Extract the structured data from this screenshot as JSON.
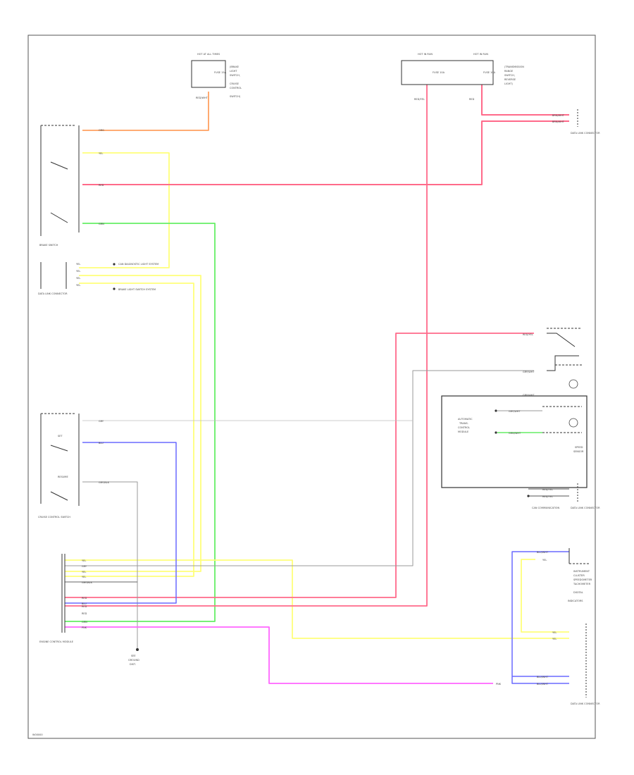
{
  "diagram": {
    "frame_code": "W00000",
    "colors": {
      "red": "#ff6a8a",
      "yellow": "#ffff7a",
      "green": "#66ee66",
      "blue": "#6a6aff",
      "orange": "#ffa060",
      "gray": "#9a9a9a",
      "magenta": "#ff66ff",
      "outline": "#333333"
    },
    "fuse_left": {
      "header": "HOT AT ALL TIMES",
      "fuse": "FUSE 15A",
      "notes": [
        "(BRAKE",
        "LIGHT",
        "SWITCH,",
        "CRUISE",
        "CONTROL",
        "SWITCH)"
      ],
      "wire": "RED/WHT"
    },
    "fuse_mid": {
      "header": "HOT IN RUN",
      "fuse": "FUSE 10A",
      "wire": "RED/YEL"
    },
    "fuse_right": {
      "header": "HOT IN RUN",
      "fuse": "FUSE 10A",
      "notes": [
        "(TRANSMISSION",
        "RANGE",
        "SWITCH,",
        "REVERSE",
        "LIGHT)"
      ],
      "wire": "RED"
    },
    "brake_switch": {
      "label": "BRAKE SWITCH",
      "wires": [
        "ORG",
        "YEL",
        "RED",
        "GRN"
      ]
    },
    "tail_connector": {
      "label": "DATA LINK CONNECTOR",
      "wires": [
        "YEL",
        "YEL",
        "YEL",
        "YEL"
      ],
      "refs": [
        "CAN DIAGNOSTIC LIGHT SYSTEM",
        "BRAKE LIGHT SWITCH SYSTEM"
      ]
    },
    "cruise_switch": {
      "label": "CRUISE CONTROL SWITCH",
      "wires": [
        "GRY",
        "BLU",
        "GRY/BLK"
      ],
      "notes": [
        "SET",
        "RESUME"
      ]
    },
    "ecm": {
      "label": "ENGINE CONTROL MODULE",
      "pins": [
        "YEL",
        "GRY",
        "YEL",
        "YEL",
        "GRY/BLK",
        "RED",
        "RED",
        "BLU",
        "RED",
        "GRN",
        "PNK"
      ]
    },
    "ground": {
      "label": [
        "SEE",
        "GROUND",
        "DIST."
      ]
    },
    "clutch_switch": {
      "wires": [
        "RED/YEL",
        "GRY/WHT"
      ]
    },
    "tcm_box": {
      "label": [
        "AUTOMATIC",
        "TRANS.",
        "CONTROL",
        "MODULE"
      ],
      "wires": [
        "GRY/WHT",
        "GRY/WHT",
        "GRN/WHT"
      ],
      "side": [
        "SPEED",
        "SENSOR"
      ]
    },
    "data_link_1": {
      "label": "DATA LINK CONNECTOR",
      "wires": [
        "RED/YEL",
        "RED/YEL"
      ]
    },
    "data_link_2": {
      "label": "DATA LINK CONNECTOR",
      "wires": [
        "BRN/WHT",
        "BRN/WHT"
      ],
      "ref": "CAN COMMUNICATION"
    },
    "instrument": {
      "label": [
        "INSTRUMENT",
        "CLUSTER",
        "SPEEDOMETER",
        "TACHOMETER",
        "DIGITAL",
        "INDICATORS"
      ],
      "wires": [
        "BLU/WHT",
        "YEL",
        "YEL",
        "YEL",
        "BLU/WHT",
        "BLU/WHT",
        "PNK"
      ]
    },
    "data_link_3": {
      "label": "DATA LINK CONNECTOR"
    }
  }
}
